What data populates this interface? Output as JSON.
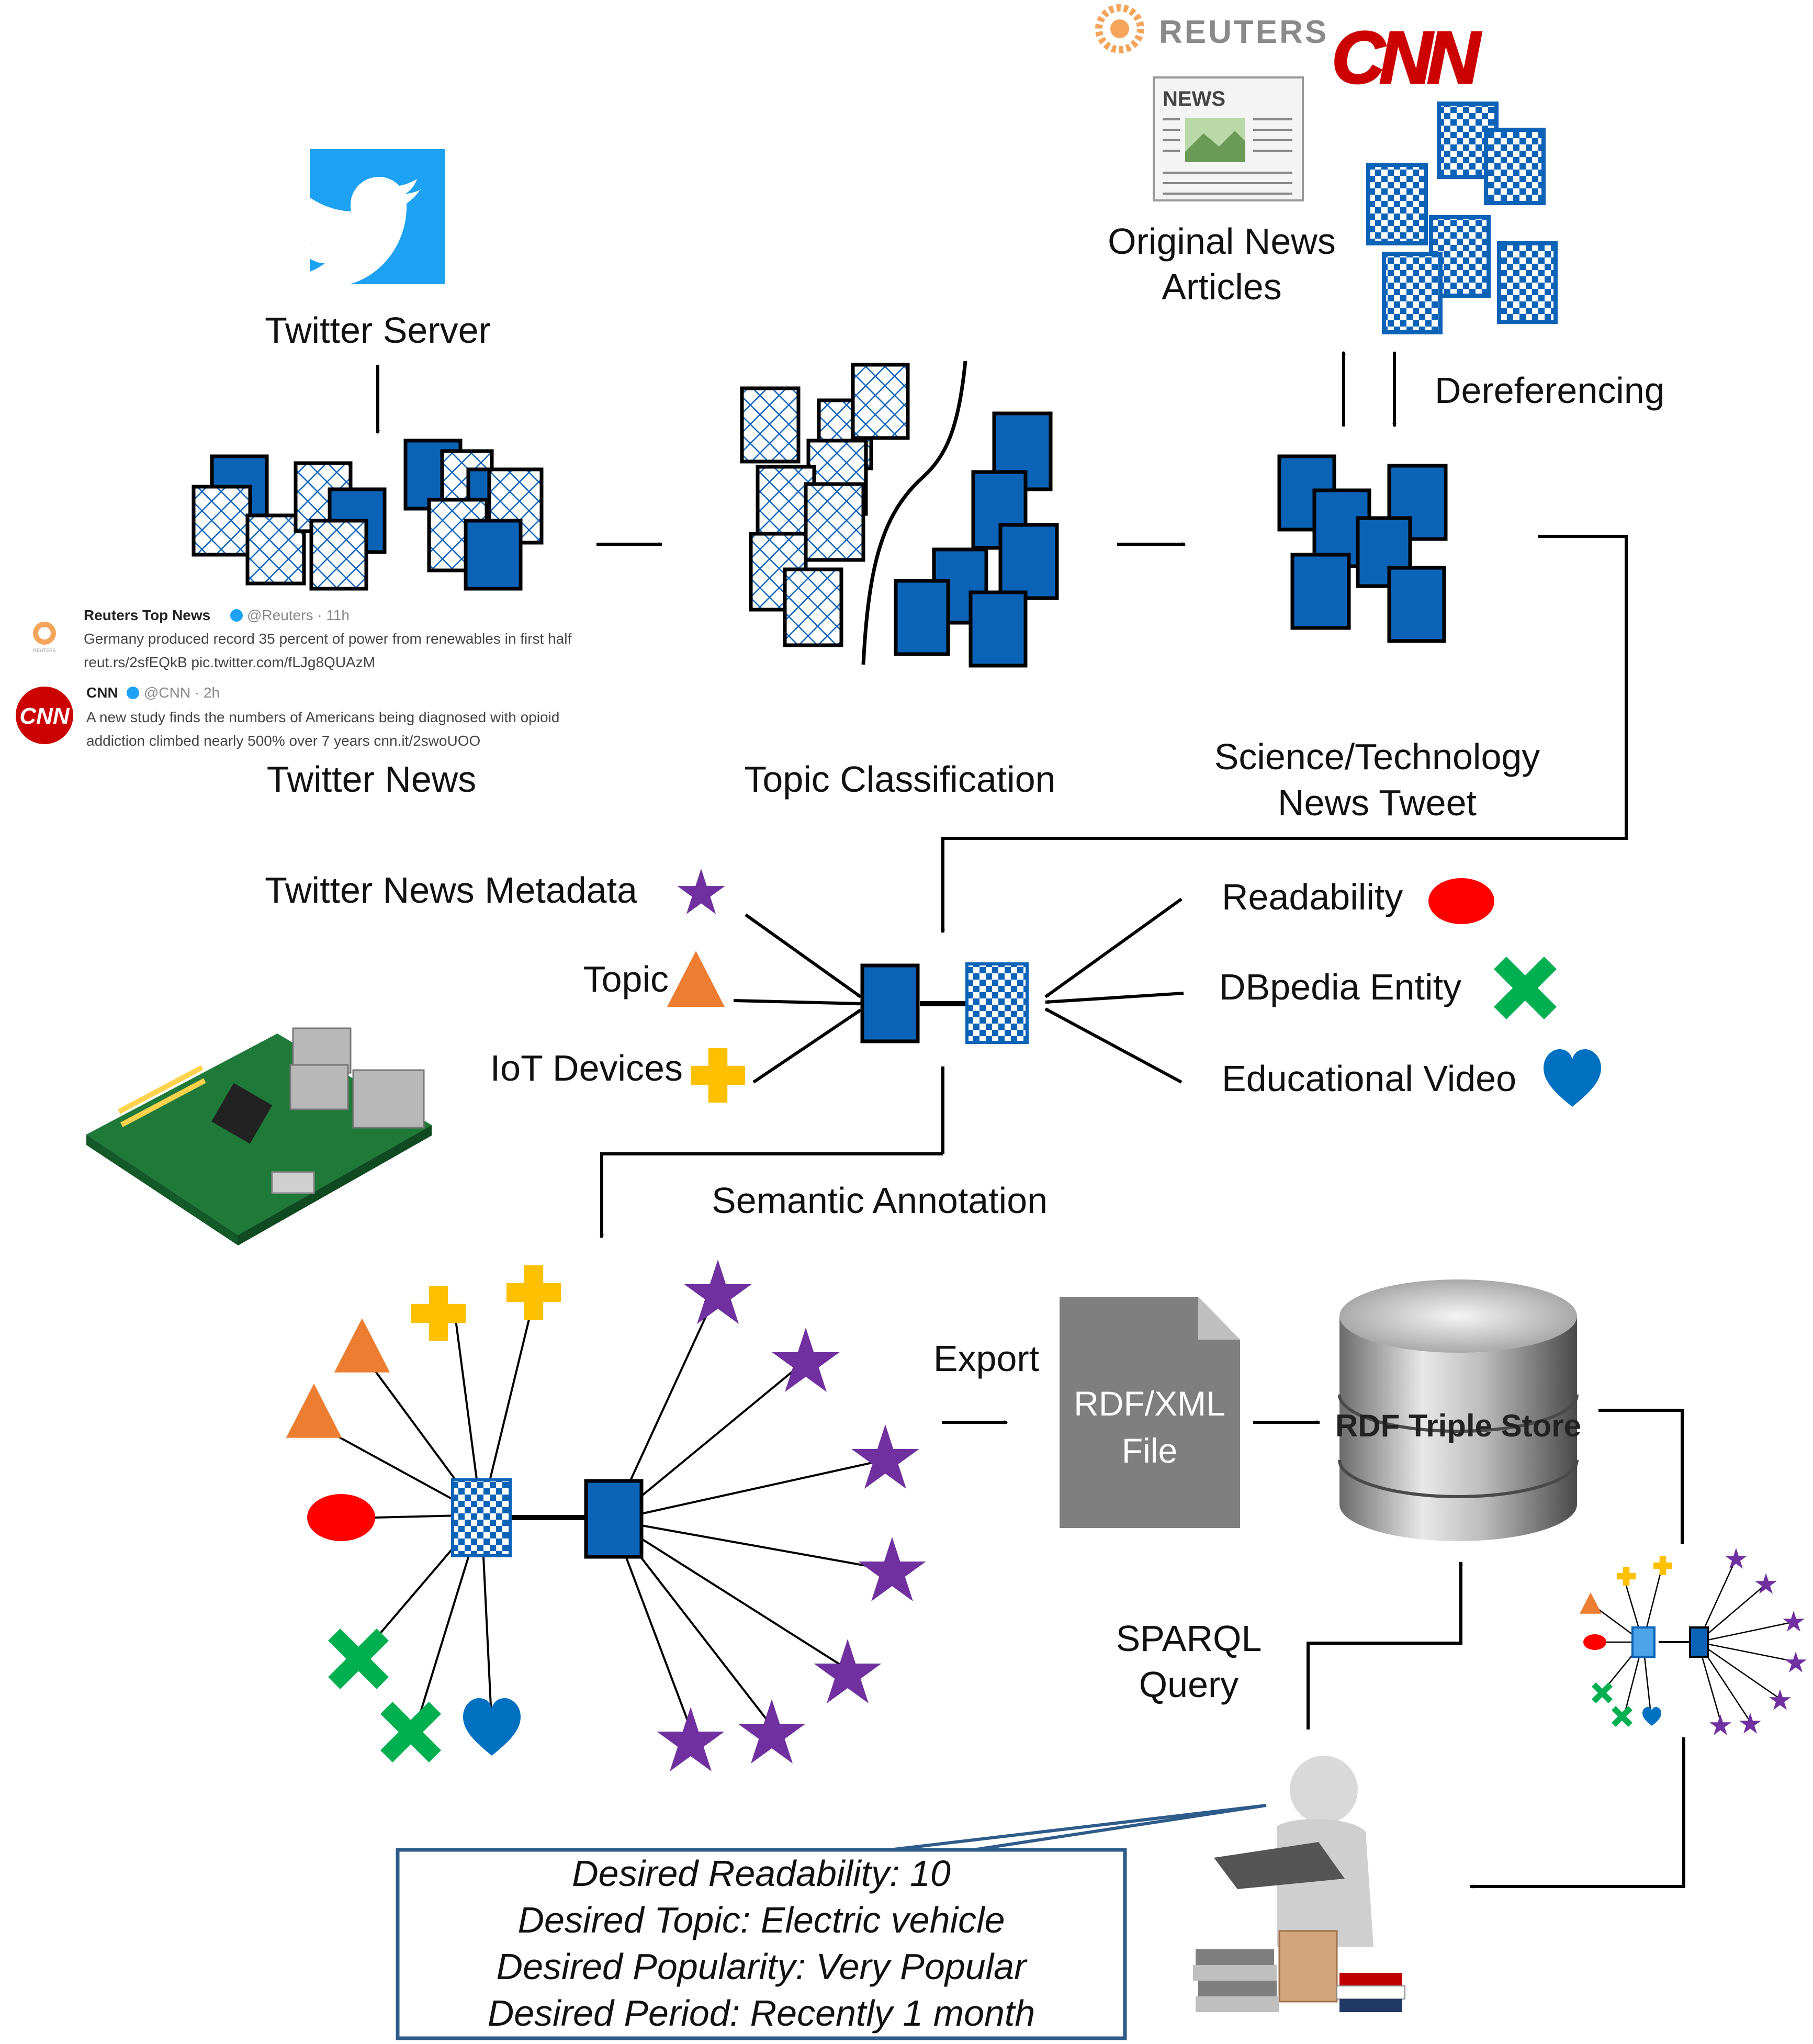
{
  "colors": {
    "blue": "#0b63b8",
    "twitter_blue": "#1da1f2",
    "purple": "#7030a0",
    "orange": "#ed7d31",
    "yellow": "#ffc000",
    "red": "#ff0000",
    "green": "#00b050",
    "heart_blue": "#0070c0",
    "gray_file": "#7f7f7f",
    "callout_border": "#2e5c8a"
  },
  "sources": {
    "reuters_logo": "REUTERS",
    "cnn_logo": "CNN",
    "newspaper_masthead": "NEWS",
    "original_news": [
      "Original News",
      "Articles"
    ],
    "dereferencing": "Dereferencing"
  },
  "stages": {
    "twitter_server": "Twitter Server",
    "twitter_news": "Twitter News",
    "topic_classification": "Topic Classification",
    "sci_tech_tweet": [
      "Science/Technology",
      "News Tweet"
    ]
  },
  "tweets": [
    {
      "logo": "REUTERS",
      "name": "Reuters Top News",
      "handle": "@Reuters · 11h",
      "lines": [
        "Germany produced record 35 percent of power from renewables in first half",
        "reut.rs/2sfEQkB pic.twitter.com/fLJg8QUAzM"
      ]
    },
    {
      "logo": "CNN",
      "name": "CNN",
      "handle": "@CNN · 2h",
      "lines": [
        "A new study finds the numbers of Americans being diagnosed with opioid",
        "addiction climbed nearly 500% over 7 years cnn.it/2swoUOO"
      ]
    }
  ],
  "annotation": {
    "metadata": "Twitter News Metadata",
    "topic": "Topic",
    "iot": "IoT Devices",
    "readability": "Readability",
    "dbpedia": "DBpedia Entity",
    "video": "Educational Video",
    "semantic": "Semantic Annotation"
  },
  "storage": {
    "export": "Export",
    "file_line1": "RDF/XML",
    "file_line2": "File",
    "triple_store": "RDF Triple Store",
    "sparql": [
      "SPARQL",
      "Query"
    ]
  },
  "query": [
    "Desired Readability: 10",
    "Desired Topic: Electric vehicle",
    "Desired Popularity: Very Popular",
    "Desired Period: Recently 1 month"
  ]
}
